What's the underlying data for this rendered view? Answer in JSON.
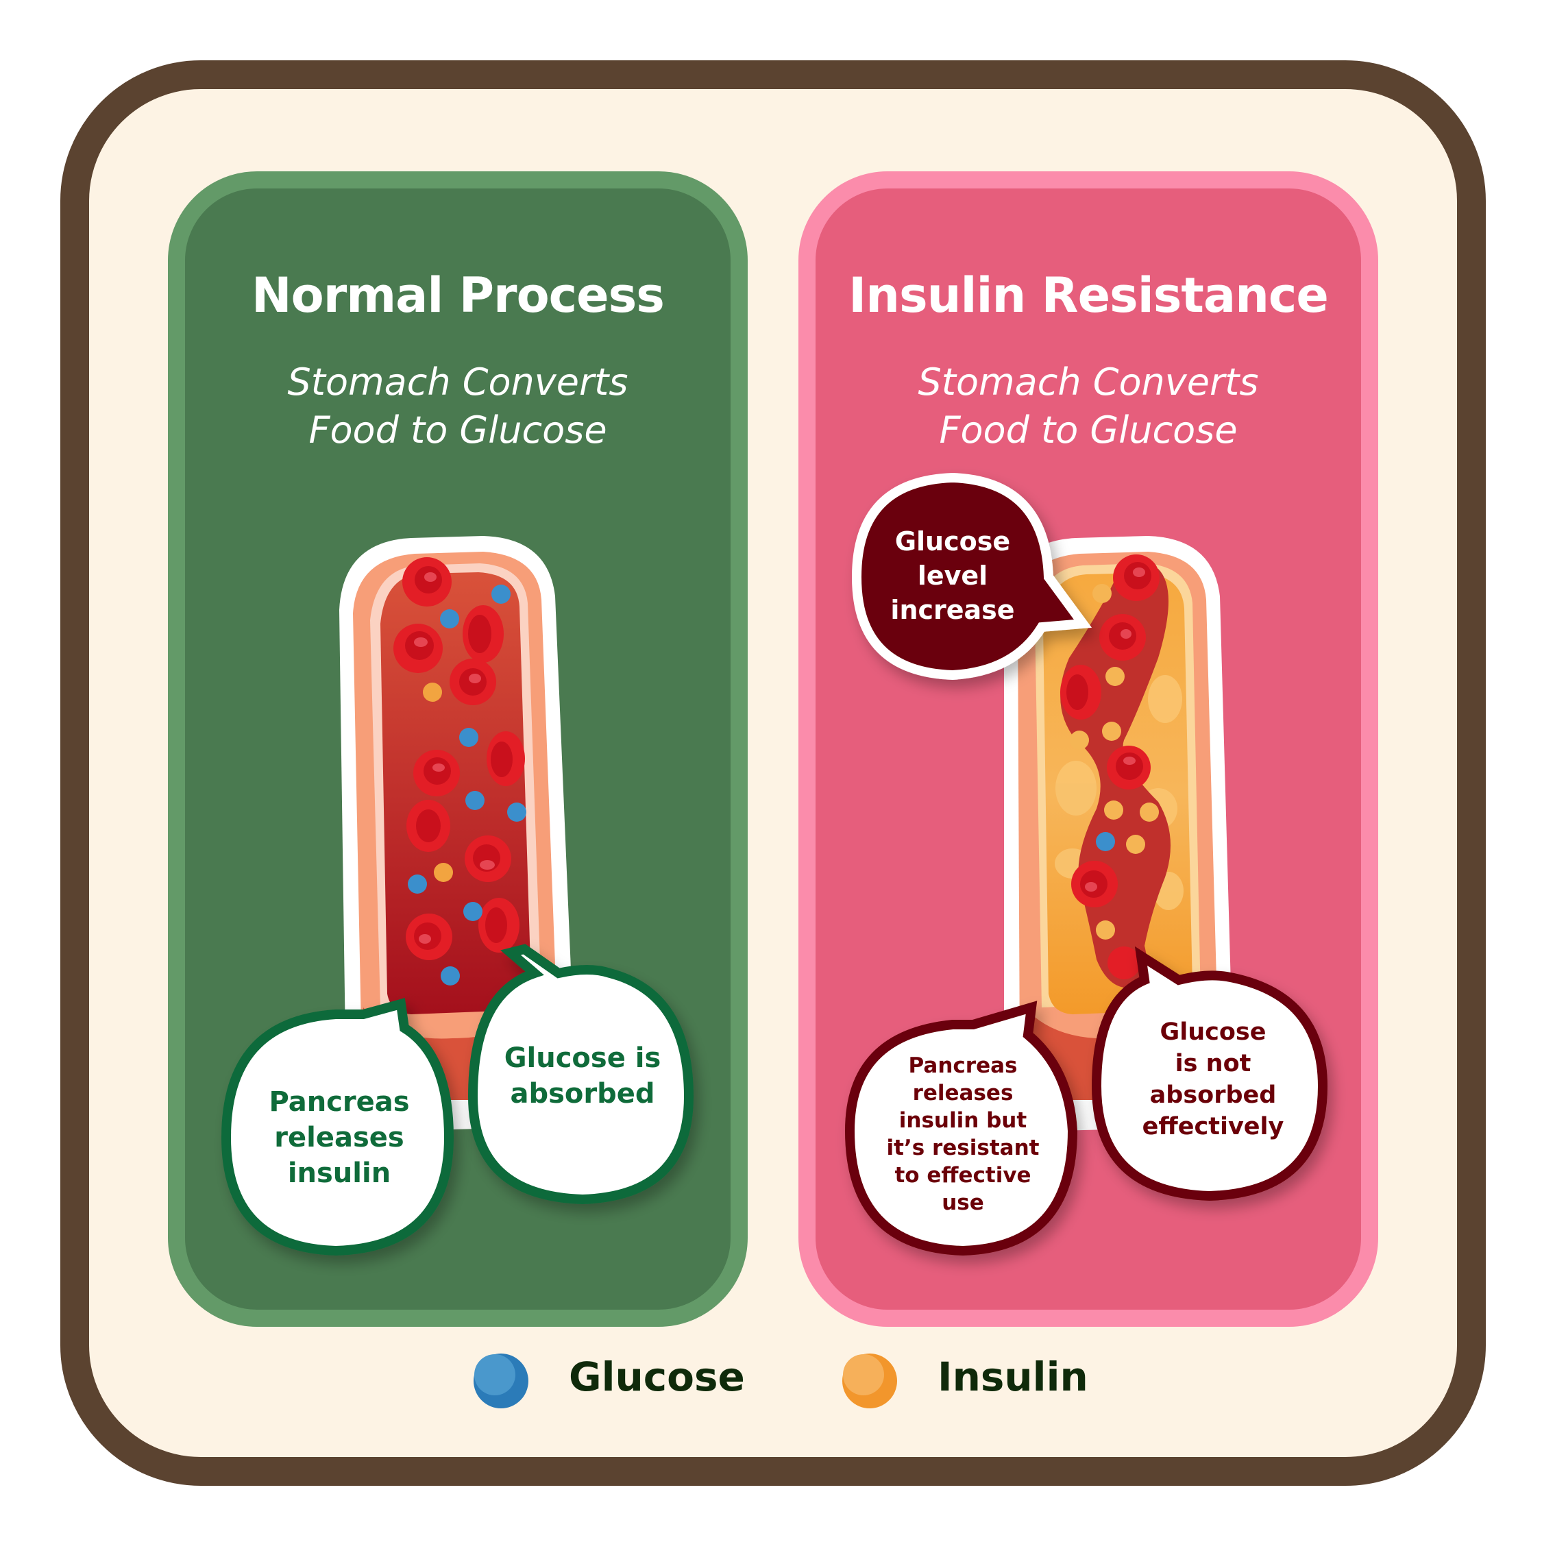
{
  "colors": {
    "frame_border": "#5b4330",
    "frame_fill": "#fdf3e4",
    "normal_panel": "#4a7a50",
    "normal_panel_ring": "#639a68",
    "resistance_panel": "#e65e7c",
    "resistance_panel_ring": "#fb8cab",
    "glucose": "#3b8fcc",
    "insulin": "#f2a440",
    "normal_bubble_text": "#0f6b3a",
    "resistance_bubble": "#6b0008"
  },
  "panels": {
    "normal": {
      "title": "Normal Process",
      "subtitle_line1": "Stomach Converts",
      "subtitle_line2": "Food to Glucose",
      "bubbles": {
        "pancreas": [
          "Pancreas",
          "releases",
          "insulin"
        ],
        "absorbed": [
          "Glucose is",
          "absorbed"
        ]
      }
    },
    "resistance": {
      "title": "Insulin Resistance",
      "subtitle_line1": "Stomach Converts",
      "subtitle_line2": "Food to Glucose",
      "bubbles": {
        "level": [
          "Glucose",
          "level",
          "increase"
        ],
        "pancreas": [
          "Pancreas",
          "releases",
          "insulin but",
          "it’s resistant",
          "to effective",
          "use"
        ],
        "not_absorbed": [
          "Glucose",
          "is not",
          "absorbed",
          "effectively"
        ]
      }
    }
  },
  "legend": [
    {
      "label": "Glucose",
      "icon": "glucose-molecule-icon",
      "color": "#3b8fcc"
    },
    {
      "label": "Insulin",
      "icon": "insulin-molecule-icon",
      "color": "#f2a440"
    }
  ]
}
